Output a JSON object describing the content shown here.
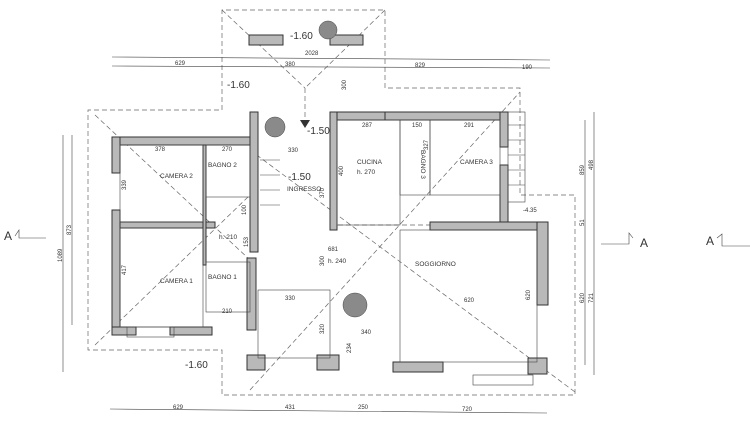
{
  "rooms": {
    "camera2": "CAMERA 2",
    "bagno2": "BAGNO 2",
    "ingresso": "INGRESSO",
    "cucina": "CUCINA",
    "cucina_h": "h. 270",
    "bagno3": "BAGNO 3",
    "camera3": "CAMERA 3",
    "camera1": "CAMERA 1",
    "bagno1": "BAGNO 1",
    "corridor_h": "h. 210",
    "soggiorno": "SOGGIORNO",
    "soggiorno_h": "h. 240"
  },
  "levels": {
    "top": "-1.60",
    "left_top": "-1.60",
    "entry_outer": "-1.50",
    "entry_inner": "-1.50",
    "bottom_left": "-1.60",
    "right": "-4.35"
  },
  "dimensions": {
    "top_total": "2028",
    "top_629": "629",
    "top_380": "380",
    "top_829": "829",
    "top_190": "190",
    "v300_top": "300",
    "d378": "378",
    "d270": "270",
    "d330_top": "330",
    "d287": "287",
    "d150": "150",
    "d291": "291",
    "d327": "327",
    "d339": "339",
    "d100": "100",
    "d400": "400",
    "d370": "370",
    "d681": "681",
    "v300_mid": "300",
    "d417": "417",
    "d153": "153",
    "d210": "210",
    "d330_mid": "330",
    "d340": "340",
    "v320": "320",
    "v234": "234",
    "d620_h": "620",
    "d620_v": "620",
    "left_1089": "1089",
    "left_873": "873",
    "right_859": "859",
    "right_498": "498",
    "right_51": "51",
    "right_620": "620",
    "right_721": "721",
    "bottom_629": "629",
    "bottom_431": "431",
    "bottom_250": "250",
    "bottom_720": "720"
  },
  "section_markers": {
    "left": "A",
    "right1": "A",
    "right2": "A"
  }
}
